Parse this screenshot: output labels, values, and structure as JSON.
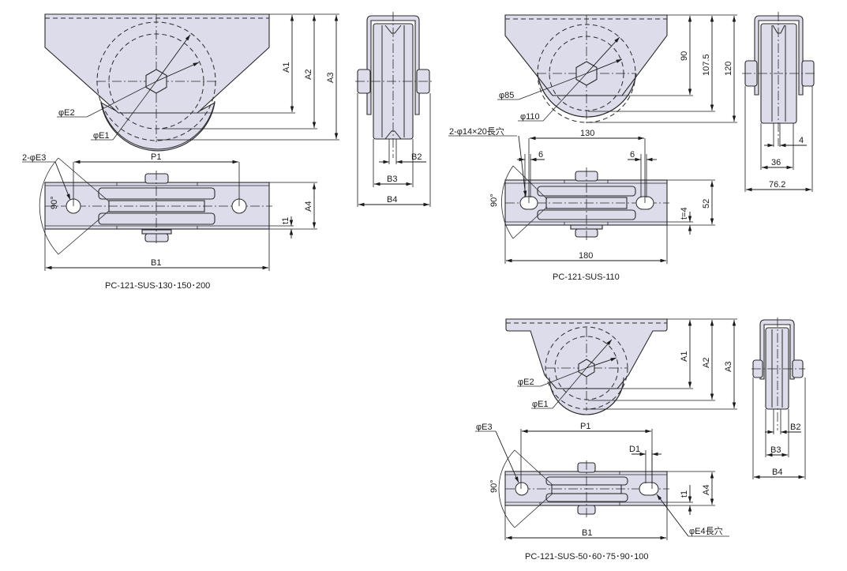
{
  "drawing_1": {
    "caption": "PC-121-SUS-130･150･200",
    "front": {
      "dims": {
        "a1": "A1",
        "a2": "A2",
        "a3": "A3",
        "e1": "φE1",
        "e2": "φE2"
      }
    },
    "side": {
      "dims": {
        "b2": "B2",
        "b3": "B3",
        "b4": "B4"
      }
    },
    "plan": {
      "dims": {
        "e3": "2-φE3",
        "p1": "P1",
        "angle": "90°",
        "a4": "A4",
        "t1": "t1",
        "b1": "B1"
      }
    }
  },
  "drawing_2": {
    "caption": "PC-121-SUS-110",
    "front": {
      "dims": {
        "a1": "90",
        "a2": "107.5",
        "a3": "120",
        "e1": "φ110",
        "e2": "φ85"
      }
    },
    "side": {
      "dims": {
        "b2": "4",
        "b3": "36",
        "b4": "76.2"
      }
    },
    "plan": {
      "dims": {
        "slot": "2-φ14×20長穴",
        "p1": "130",
        "d1_left": "6",
        "d1_right": "6",
        "angle": "90°",
        "a4": "52",
        "t1": "t=4",
        "b1": "180"
      }
    }
  },
  "drawing_3": {
    "caption": "PC-121-SUS-50･60･75･90･100",
    "front": {
      "dims": {
        "a1": "A1",
        "a2": "A2",
        "a3": "A3",
        "e1": "φE1",
        "e2": "φE2"
      }
    },
    "side": {
      "dims": {
        "b2": "B2",
        "b3": "B3",
        "b4": "B4"
      }
    },
    "plan": {
      "dims": {
        "e3": "φE3",
        "p1": "P1",
        "d1": "D1",
        "angle": "90°",
        "a4": "A4",
        "t1": "t1",
        "b1": "B1",
        "e4": "φE4長穴"
      }
    }
  }
}
